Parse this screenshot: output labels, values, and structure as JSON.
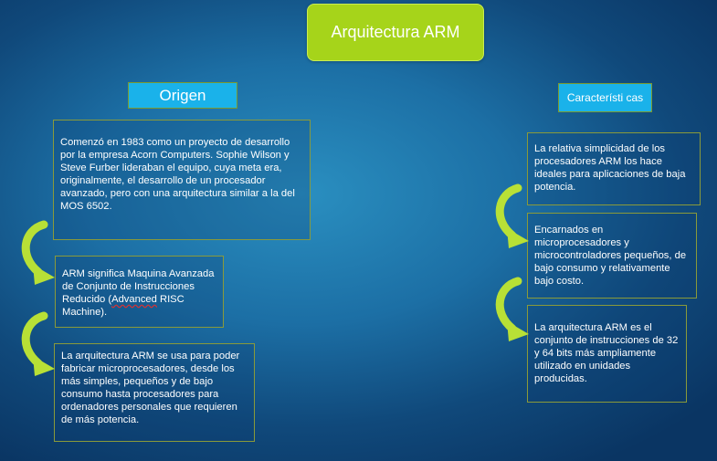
{
  "title": "Arquitectura ARM",
  "origen": {
    "label": "Origen",
    "notes": [
      "Comenzó en 1983 como un proyecto de desarrollo por la empresa Acorn Computers. Sophie Wilson y Steve Furber lideraban el equipo, cuya meta era, originalmente, el desarrollo de un procesador avanzado, pero con una arquitectura similar a la del MOS 6502.",
      {
        "before": "ARM significa Maquina Avanzada de Conjunto de Instrucciones Reducido (",
        "underlined": "Advanced",
        "after": " RISC Machine)."
      },
      "La arquitectura ARM se usa para poder fabricar microprocesadores, desde los más simples, pequeños y de bajo consumo hasta procesadores para ordenadores personales que requieren de más potencia."
    ]
  },
  "caracteristicas": {
    "label": "Característi cas",
    "notes": [
      "La relativa simplicidad de los procesadores ARM los hace ideales para aplicaciones de baja potencia.",
      "Encarnados en microprocesadores y microcontroladores pequeños, de bajo consumo y relativamente bajo costo.",
      "La arquitectura ARM es el conjunto de instrucciones de 32 y 64 bits más ampliamente utilizado en unidades producidas."
    ]
  },
  "colors": {
    "title_fill": "#a6d41a",
    "header_fill": "#1ab2ea",
    "arrow": "#b8e036"
  }
}
